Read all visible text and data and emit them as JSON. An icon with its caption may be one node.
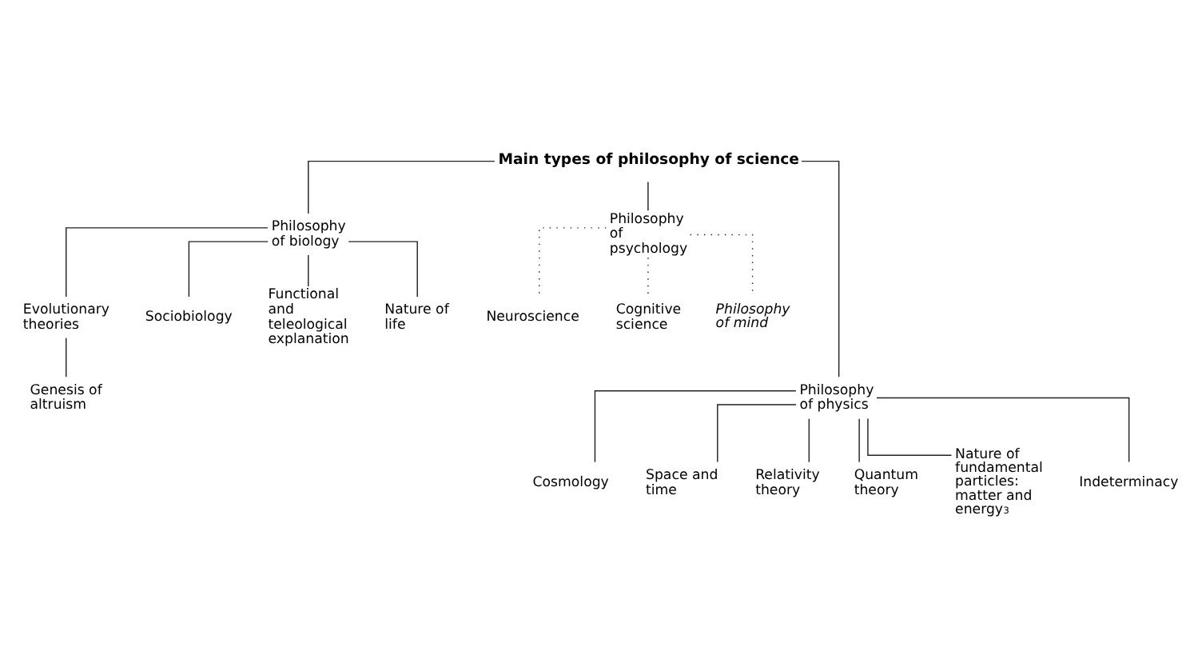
{
  "diagram": {
    "nodes": [
      {
        "text": [
          "Main types of philosophy of science"
        ]
      },
      {
        "text": [
          "Philosophy of biology"
        ]
      },
      {
        "text": [
          "Philosophy of psychology"
        ]
      },
      {
        "text": [
          "Evolutionary theories"
        ]
      },
      {
        "text": [
          "Sociobiology"
        ]
      },
      {
        "text": [
          "Functional and teleological explanation"
        ]
      },
      {
        "text": [
          "Nature of life"
        ]
      },
      {
        "text": [
          "Neuroscience"
        ]
      },
      {
        "text": [
          "Cognitive science"
        ]
      },
      {
        "text": [
          "Philosophy of mind"
        ]
      },
      {
        "text": [
          "Genesis of altruism"
        ]
      },
      {
        "text": [
          "Philosophy of physics"
        ]
      },
      {
        "text": [
          "Cosmology"
        ]
      },
      {
        "text": [
          "Space and time"
        ]
      },
      {
        "text": [
          "Relativity theory"
        ]
      },
      {
        "text": [
          "Quantum theory"
        ]
      },
      {
        "text": [
          "Nature of fundamental particles: matter and energy$^{3}$"
        ]
      },
      {
        "text": [
          "Indeterminacy"
        ]
      }
    ],
    "edges": [
      {
        "from": 0,
        "to": 1,
        "arrow": "none"
      },
      {
        "from": 0,
        "to": 11,
        "arrow": "none"
      },
      {
        "from": 0,
        "to": 2,
        "arrow": "none"
      },
      {
        "from": 1,
        "to": 3,
        "arrow": "none"
      },
      {
        "from": 1,
        "to": 4,
        "arrow": "none"
      },
      {
        "from": 1,
        "to": 5,
        "arrow": "none"
      },
      {
        "from": 1,
        "to": 6,
        "arrow": "none"
      },
      {
        "from": 2,
        "to": 7,
        "arrow": "none",
        "style": "dashed"
      },
      {
        "from": 2,
        "to": 8,
        "arrow": "none",
        "style": "dashed"
      },
      {
        "from": 2,
        "to": 9,
        "arrow": "none",
        "style": "dashed"
      },
      {
        "from": 3,
        "to": 10,
        "arrow": "none"
      },
      {
        "from": 11,
        "to": 12,
        "arrow": "none"
      },
      {
        "from": 11,
        "to": 13,
        "arrow": "none"
      },
      {
        "from": 11,
        "to": 14,
        "arrow": "none"
      },
      {
        "from": 11,
        "to": 15,
        "arrow": "none"
      },
      {
        "from": 11,
        "to": 16,
        "arrow": "none"
      },
      {
        "from": 11,
        "to": 17,
        "arrow": "none"
      }
    ]
  }
}
